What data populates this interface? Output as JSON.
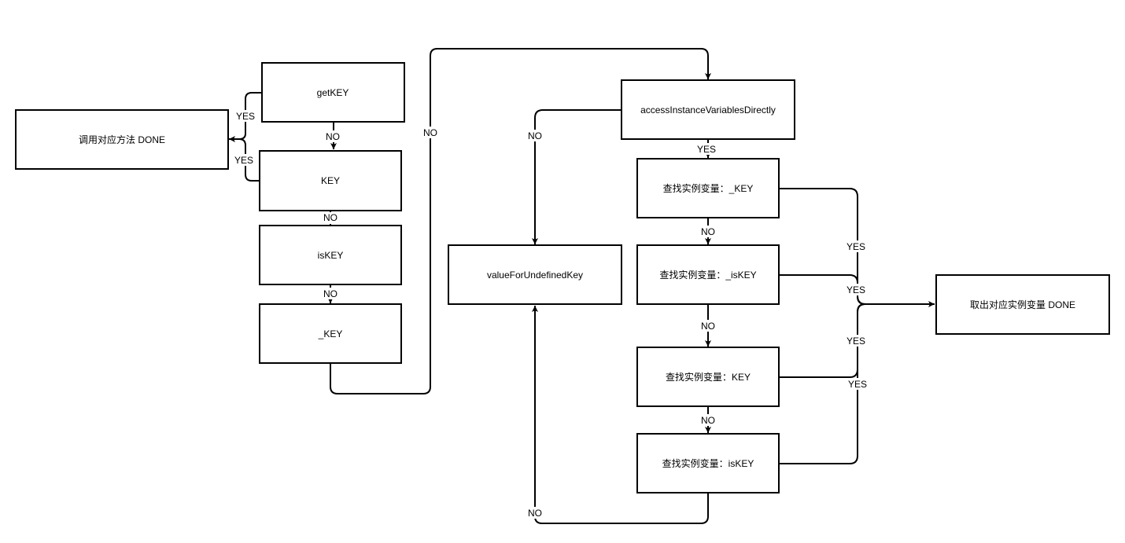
{
  "nodes": {
    "done_method": "调用对应方法 DONE",
    "get_key": "getKEY",
    "key": "KEY",
    "is_key": "isKEY",
    "underscore_key": "_KEY",
    "access_directly": "accessInstanceVariablesDirectly",
    "value_for_undefined": "valueForUndefinedKey",
    "find_underscore_key": "查找实例变量：_KEY",
    "find_underscore_is_key": "查找实例变量：_isKEY",
    "find_key": "查找实例变量：KEY",
    "find_is_key": "查找实例变量：isKEY",
    "done_ivar": "取出对应实例变量 DONE"
  },
  "labels": {
    "yes_getkey": "YES",
    "yes_key": "YES",
    "no_getkey": "NO",
    "no_key": "NO",
    "no_iskey": "NO",
    "no_underscore_key": "NO",
    "no_access": "NO",
    "yes_access": "YES",
    "no_find1": "NO",
    "no_find2": "NO",
    "no_find3": "NO",
    "no_find4": "NO",
    "yes_find1": "YES",
    "yes_find2": "YES",
    "yes_find3": "YES",
    "yes_find4": "YES"
  }
}
